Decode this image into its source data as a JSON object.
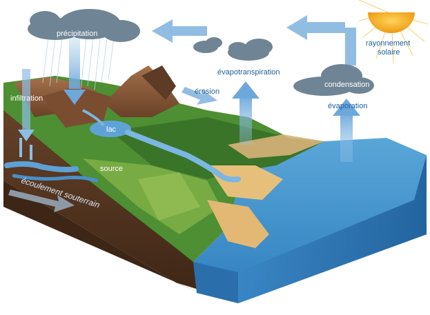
{
  "labels": {
    "precipitation": "précipitation",
    "evapotranspiration": "évapotranspiration",
    "condensation": "condensation",
    "evaporation": "évaporation",
    "rayonnement_line1": "rayonnement",
    "rayonnement_line2": "solaire",
    "erosion": "érosion",
    "infiltration": "infiltration",
    "lac": "lac",
    "source": "source",
    "ecoulement": "écoulement souterrain"
  },
  "colors": {
    "sea": "#3f8fc9",
    "sea_side": "#2d74b2",
    "soil": "#5a3a24",
    "forest": "#3f7f2b",
    "mountain": "#8a5a3a",
    "sand": "#e6c07a",
    "cloud": "#6f8595",
    "arrow": "#7fb2dd",
    "label_text": "#1f5f9a",
    "sun": "#f2a81d"
  },
  "icons": [
    "sun-icon",
    "cloud-icon",
    "rain-icon",
    "arrow-icon"
  ]
}
